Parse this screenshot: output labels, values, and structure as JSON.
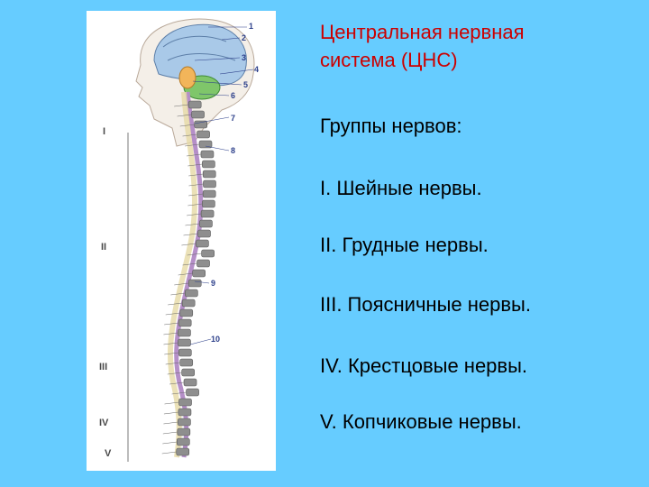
{
  "heading": {
    "line1": "Центральная нервная",
    "line2": "система (ЦНС)"
  },
  "groups_title": "Группы нервов:",
  "groups": [
    "I. Шейные нервы.",
    "II. Грудные нервы.",
    "III. Поясничные нервы.",
    "IV. Крестцовые нервы.",
    "V. Копчиковые нервы."
  ],
  "figure": {
    "roman_labels": [
      "I",
      "II",
      "III",
      "IV",
      "V"
    ],
    "callouts": [
      "1",
      "2",
      "3",
      "4",
      "5",
      "6",
      "7",
      "8",
      "9",
      "10"
    ]
  },
  "colors": {
    "background": "#66ccff",
    "heading": "#cc0000",
    "text": "#000000"
  }
}
